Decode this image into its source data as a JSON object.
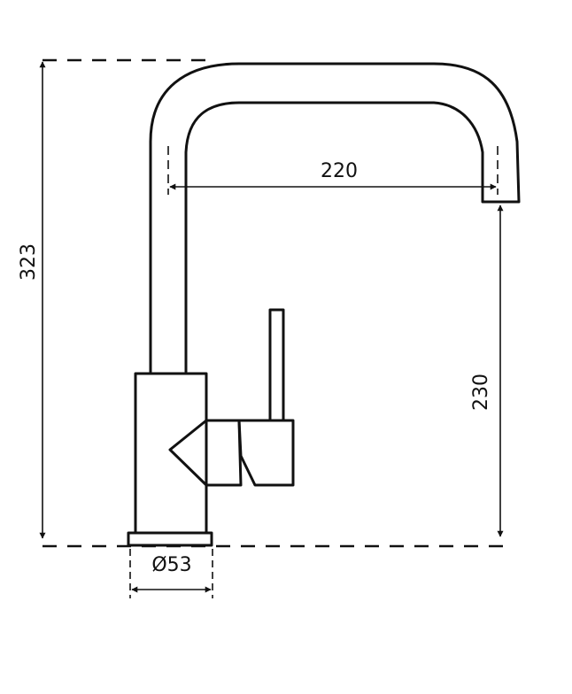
{
  "drawing": {
    "dimensions": {
      "total_height": "323",
      "reach": "220",
      "spout_height": "230",
      "base_diameter": "Ø53"
    }
  }
}
